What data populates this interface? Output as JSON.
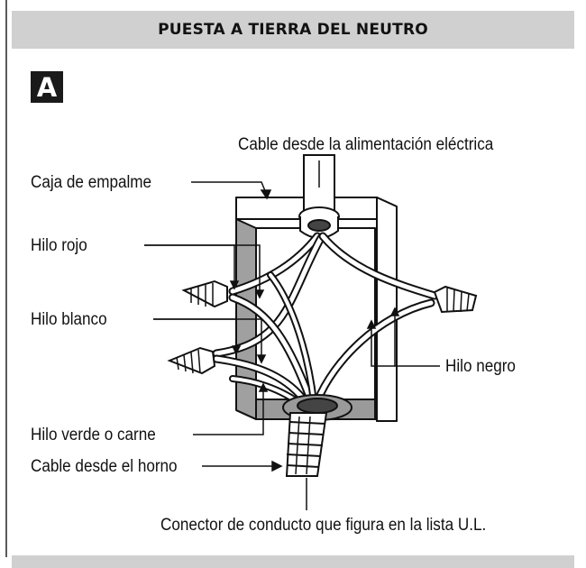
{
  "header": {
    "title": "PUESTA A TIERRA DEL NEUTRO"
  },
  "figure": {
    "badge": "A"
  },
  "labels": {
    "supply_cable": "Cable desde la alimentación eléctrica",
    "junction_box": "Caja de empalme",
    "red_wire": "Hilo rojo",
    "white_wire": "Hilo blanco",
    "black_wire": "Hilo negro",
    "green_wire": "Hilo verde o carne",
    "oven_cable": "Cable desde el horno",
    "conduit_connector": "Conector de conducto que figura en la lista U.L."
  },
  "colors": {
    "header_bg": "#d0d0d0",
    "badge_bg": "#1a1a1a",
    "box_shade": "#9a9a9a"
  }
}
